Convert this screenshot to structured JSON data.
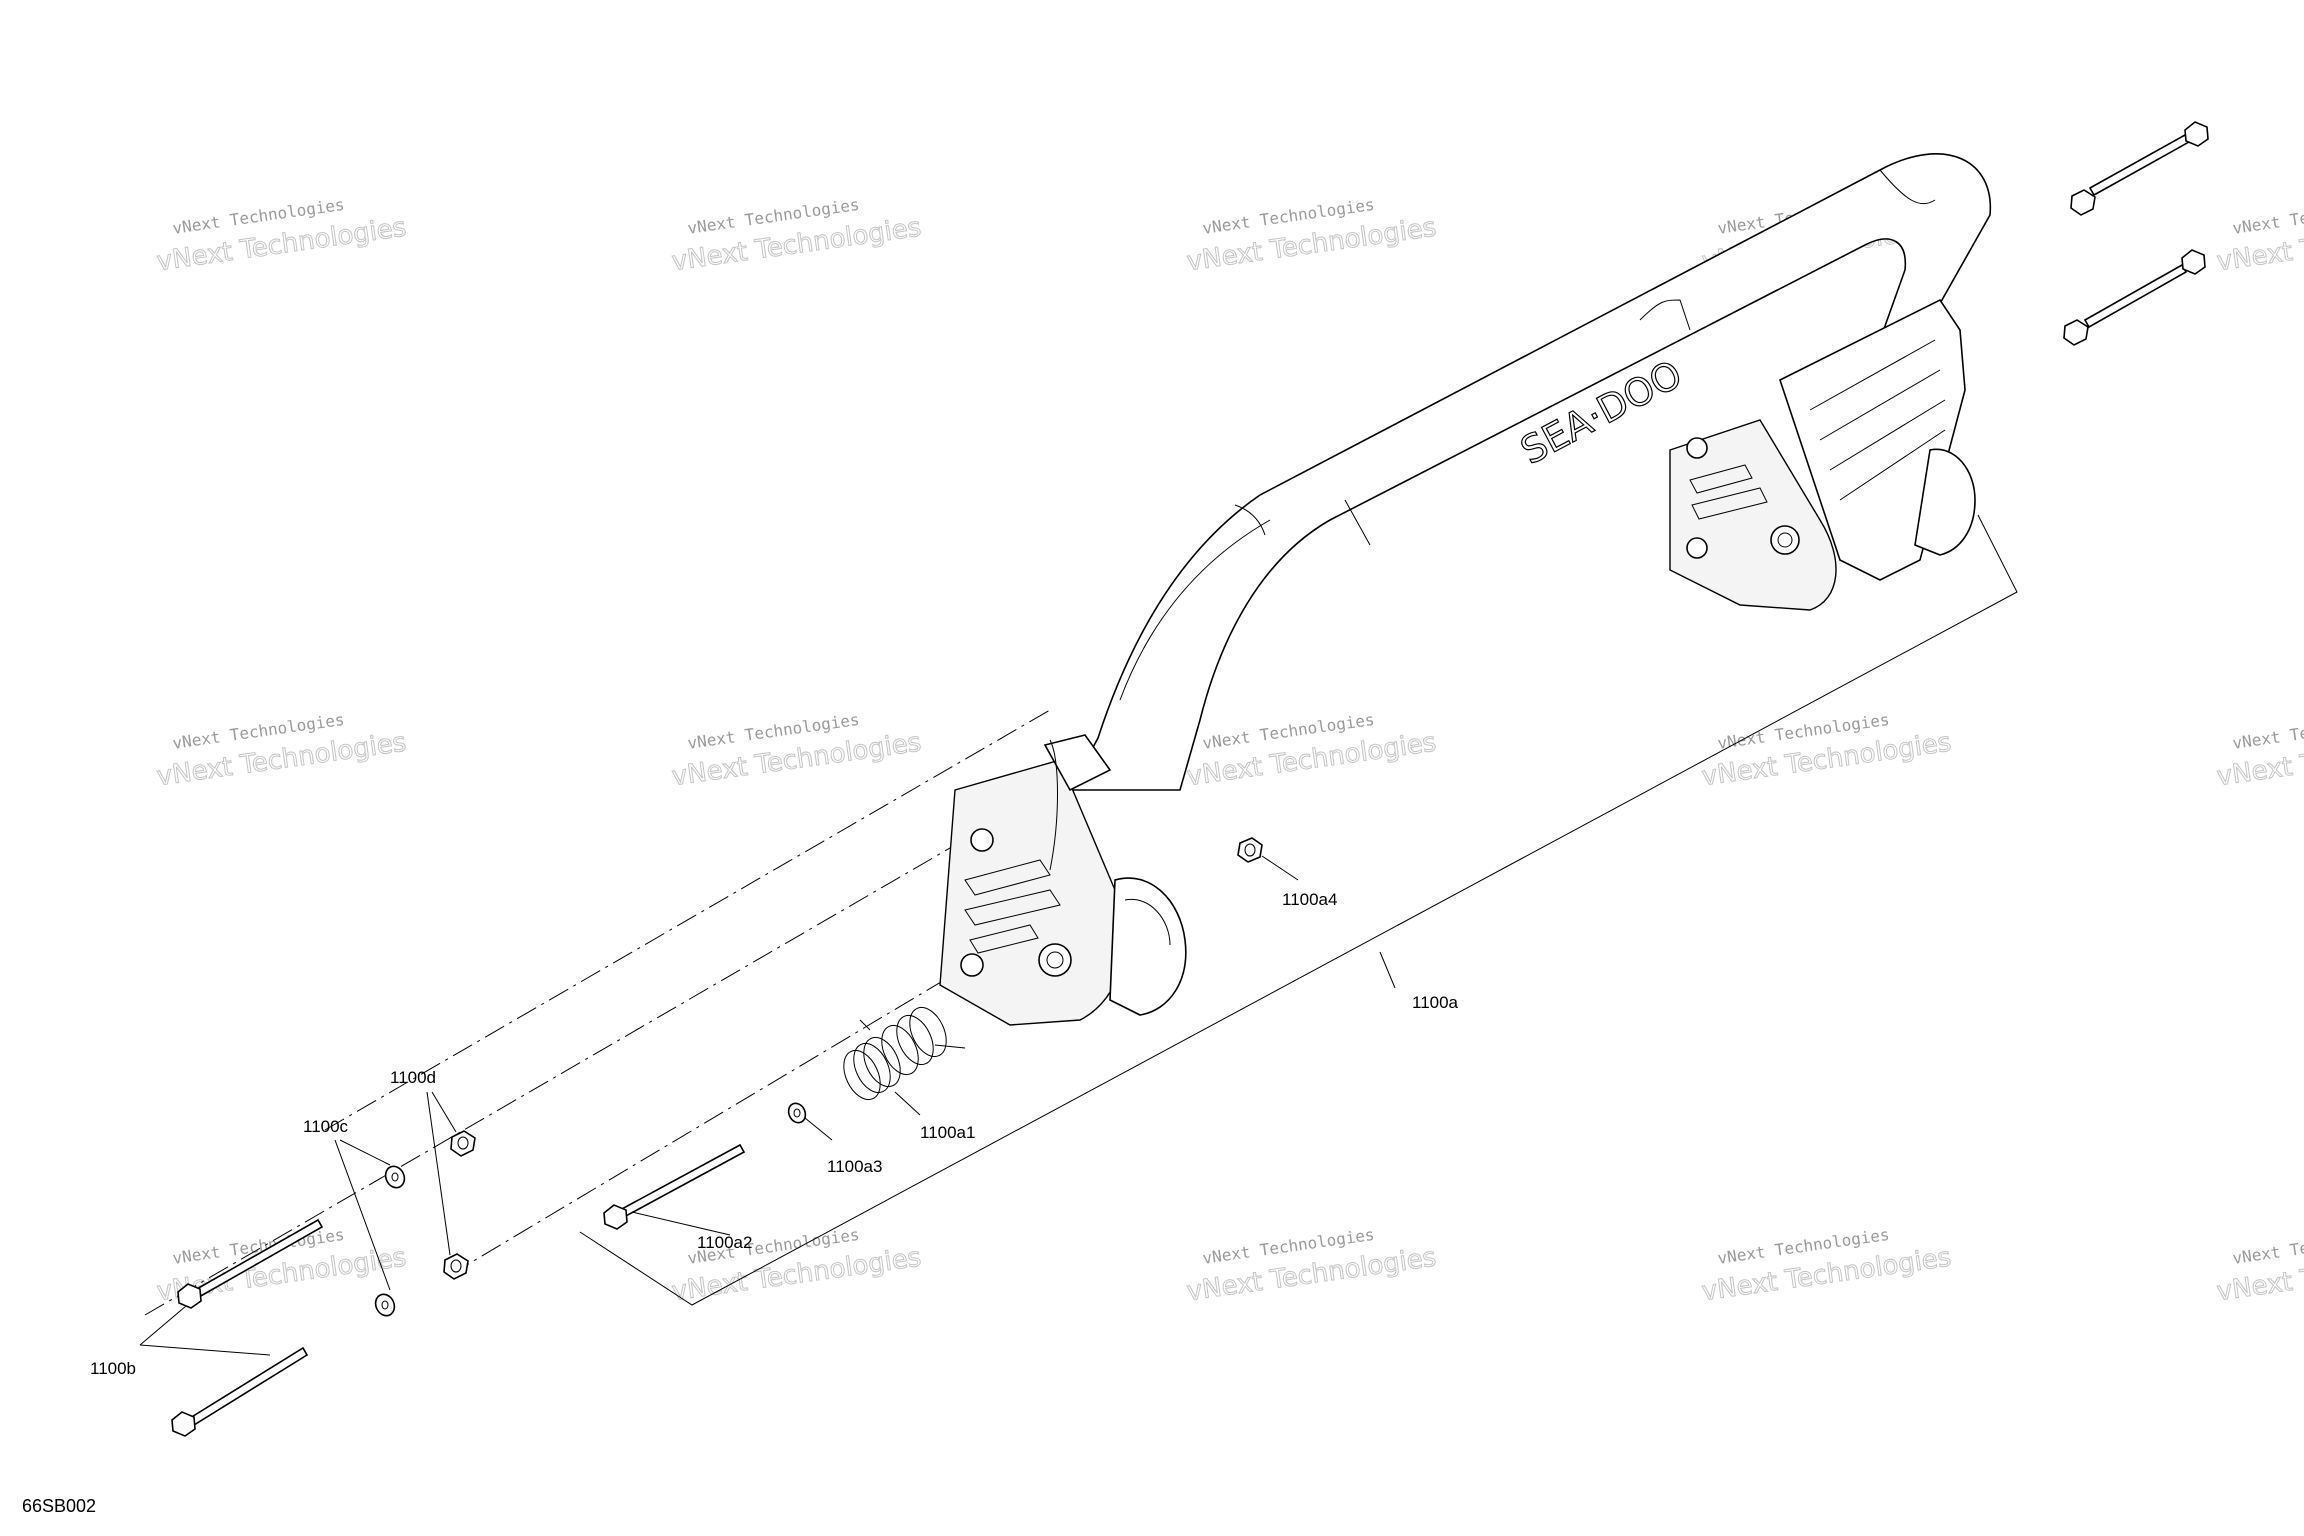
{
  "drawing": {
    "id": "66SB002",
    "callouts": [
      {
        "key": "1100a",
        "text": "1100a"
      },
      {
        "key": "1100a1",
        "text": "1100a1"
      },
      {
        "key": "1100a2",
        "text": "1100a2"
      },
      {
        "key": "1100a3",
        "text": "1100a3"
      },
      {
        "key": "1100a4",
        "text": "1100a4"
      },
      {
        "key": "1100b",
        "text": "1100b"
      },
      {
        "key": "1100c",
        "text": "1100c"
      },
      {
        "key": "1100d",
        "text": "1100d"
      }
    ]
  },
  "watermark": {
    "line1": "vNext Technologies",
    "line2": "vNext Technologies"
  }
}
